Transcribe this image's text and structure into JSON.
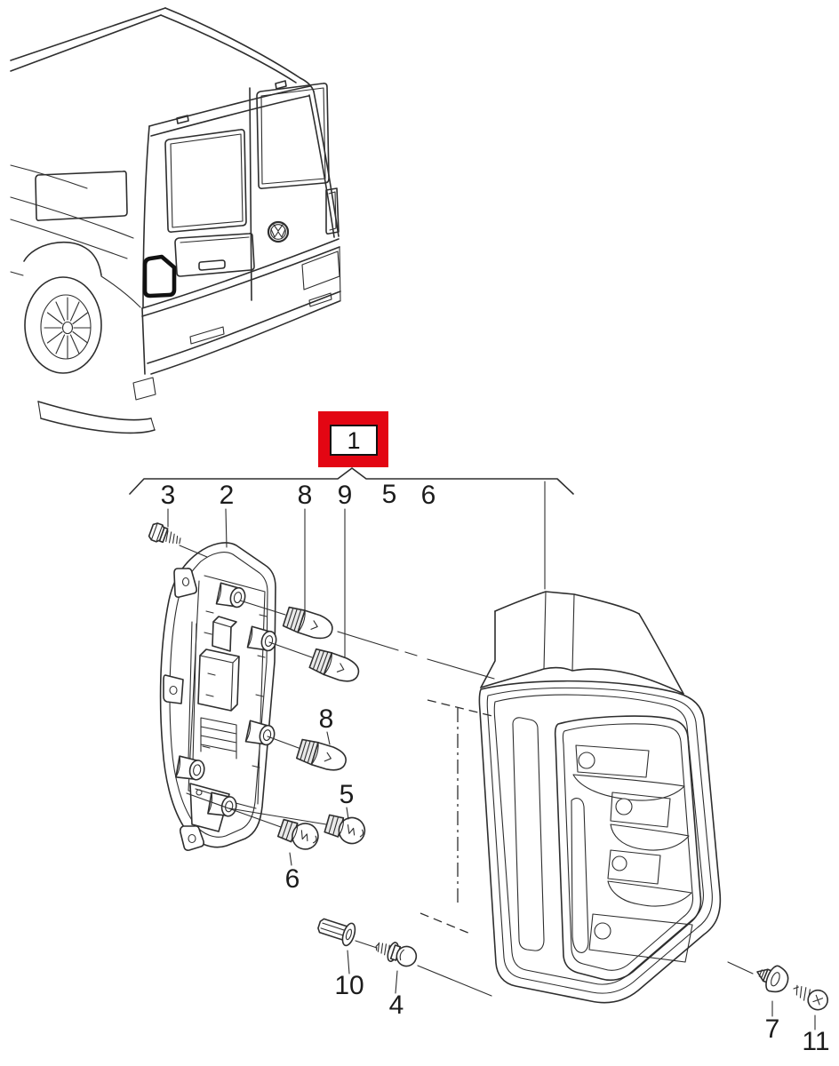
{
  "part_diagram": {
    "title_box": {
      "label": "1"
    },
    "top_row_callouts": [
      "3",
      "2",
      "8",
      "9",
      "5",
      "6"
    ],
    "component_callouts": {
      "bulb_mid": "8",
      "bulb_lower": "5",
      "bulb_bottom": "6",
      "expanding_nut": "10",
      "ball_head_screw": "4",
      "grommet": "7",
      "tapping_screw": "11"
    },
    "colors": {
      "callout_red": "#e30613",
      "line": "#2e2e2e",
      "paper": "#ffffff"
    },
    "icons": {
      "brand_badge": "vw-logo"
    }
  }
}
